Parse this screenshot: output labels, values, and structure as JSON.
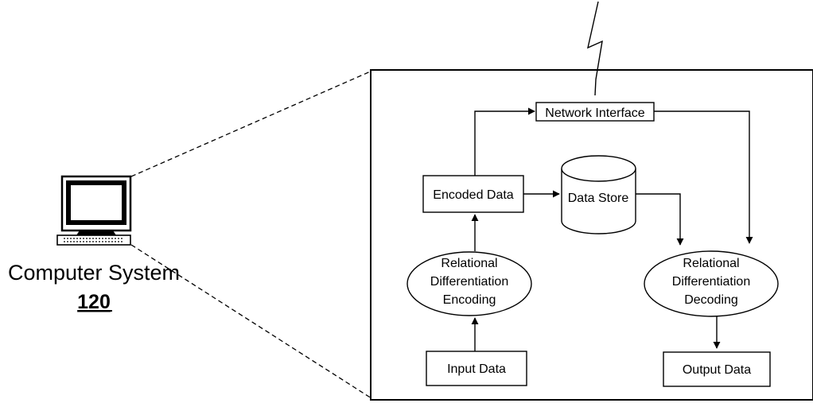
{
  "computer": {
    "label": "Computer System",
    "ref_number": "120"
  },
  "nodes": {
    "network_interface": "Network Interface",
    "encoded_data": "Encoded Data",
    "data_store": "Data Store",
    "encoding": [
      "Relational",
      "Differentiation",
      "Encoding"
    ],
    "decoding": [
      "Relational",
      "Differentiation",
      "Decoding"
    ],
    "input_data": "Input Data",
    "output_data": "Output Data"
  }
}
